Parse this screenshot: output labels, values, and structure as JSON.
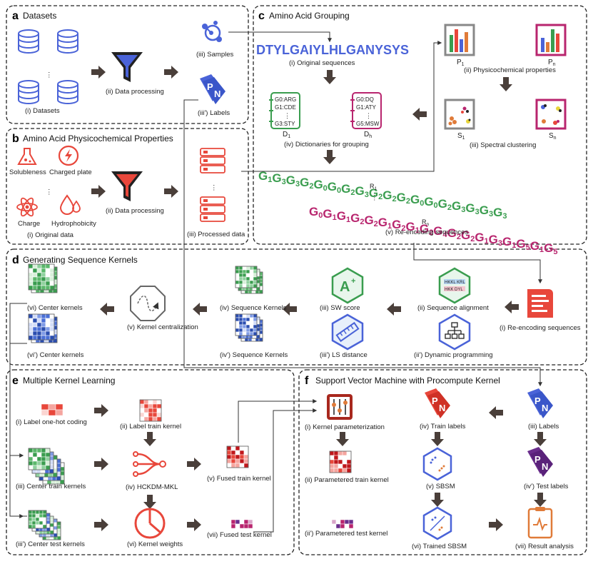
{
  "colors": {
    "blue": "#4a63d8",
    "red": "#e8473b",
    "green": "#3a9d4f",
    "magenta": "#b8256e",
    "orange": "#e07b39",
    "purple": "#6a2d8c",
    "arrow": "#4a3f3a"
  },
  "panel_a": {
    "letter": "a",
    "title": "Datasets",
    "datasets": "(i) Datasets",
    "processing": "(ii) Data processing",
    "samples": "(iii) Samples",
    "labels": "(iii') Labels"
  },
  "panel_b": {
    "letter": "b",
    "title": "Amino Acid Physicochemical Properties",
    "solubleness": "Solubleness",
    "charged_plate": "Charged plate",
    "charge": "Charge",
    "hydrophobicity": "Hydrophobicity",
    "original": "(i) Original data",
    "processing": "(ii) Data processing",
    "processed": "(iii) Processed data"
  },
  "panel_c": {
    "letter": "c",
    "title": "Amino Acid Grouping",
    "sequence": "DTYLGAIYLHLGANYSYS",
    "original": "(i) Original sequences",
    "p1": "P",
    "p1_sub": "1",
    "pn": "P",
    "pn_sub": "n",
    "physico": "(ii) Physicochemical properties",
    "dict1": [
      "G0:ARG",
      "G1:CDE",
      "G3:STY"
    ],
    "dictn": [
      "G0:DQ",
      "G1:ATY",
      "G5:MSW"
    ],
    "d1": "D",
    "d1_sub": "1",
    "dh": "D",
    "dh_sub": "h",
    "dicts": "(iv) Dictionaries for grouping",
    "s1": "S",
    "s1_sub": "1",
    "sn": "S",
    "sn_sub": "n",
    "spectral": "(iii) Spectral clustering",
    "r1_groups": [
      "1",
      "3",
      "3",
      "2",
      "0",
      "0",
      "2",
      "3",
      "2",
      "2",
      "2",
      "0",
      "0",
      "2",
      "3",
      "3",
      "3",
      "3"
    ],
    "rn_groups": [
      "0",
      "1",
      "1",
      "2",
      "2",
      "1",
      "2",
      "1",
      "2",
      "4",
      "2",
      "2",
      "1",
      "3",
      "1",
      "5",
      "1",
      "5"
    ],
    "r1": "R",
    "r1_sub": "1",
    "rn": "R",
    "rn_sub": "n",
    "reencode": "(v) Re-encoding sequences"
  },
  "panel_d": {
    "letter": "d",
    "title": "Generating Sequence Kernels",
    "reencode": "(i) Re-encoding sequences",
    "align": "(ii) Sequence alignment",
    "dp": "(ii') Dynamic programming",
    "sw": "(iii) SW score",
    "ls": "(iii') LS distance",
    "seqk": "(iv) Sequence Kernels",
    "seqk2": "(iv') Sequence Kernels",
    "centralization": "(v) Kernel centralization",
    "center": "(vi) Center kernels",
    "center2": "(vi') Center kernels",
    "align_text1": "HKKL KRL",
    "align_text2": "HKK DYL"
  },
  "panel_e": {
    "letter": "e",
    "title": "Multiple Kernel Learning",
    "onehot": "(i) Label one-hot coding",
    "label_train": "(ii) Label train kernel",
    "center_train": "(iii) Center train kernels",
    "hckdm": "(iv) HCKDM-MKL",
    "fused_train": "(v) Fused train kernel",
    "center_test": "(iii') Center test kernels",
    "weights": "(vi) Kernel weights",
    "fused_test": "(vii) Fused test kernel"
  },
  "panel_f": {
    "letter": "f",
    "title": "Support Vector Machine with Procompute Kernel",
    "param": "(i) Kernel parameterization",
    "train_labels": "(iv) Train labels",
    "labels": "(iii) Labels",
    "param_train": "(ii) Parametered train kernel",
    "sbsm": "(v) SBSM",
    "test_labels": "(iv') Test labels",
    "param_test": "(ii') Parametered test kernel",
    "trained": "(vi) Trained SBSM",
    "result": "(vii) Result analysis"
  },
  "tag_letters": {
    "p": "P",
    "n": "N"
  },
  "dots": "⋮",
  "hdots": "• • •"
}
